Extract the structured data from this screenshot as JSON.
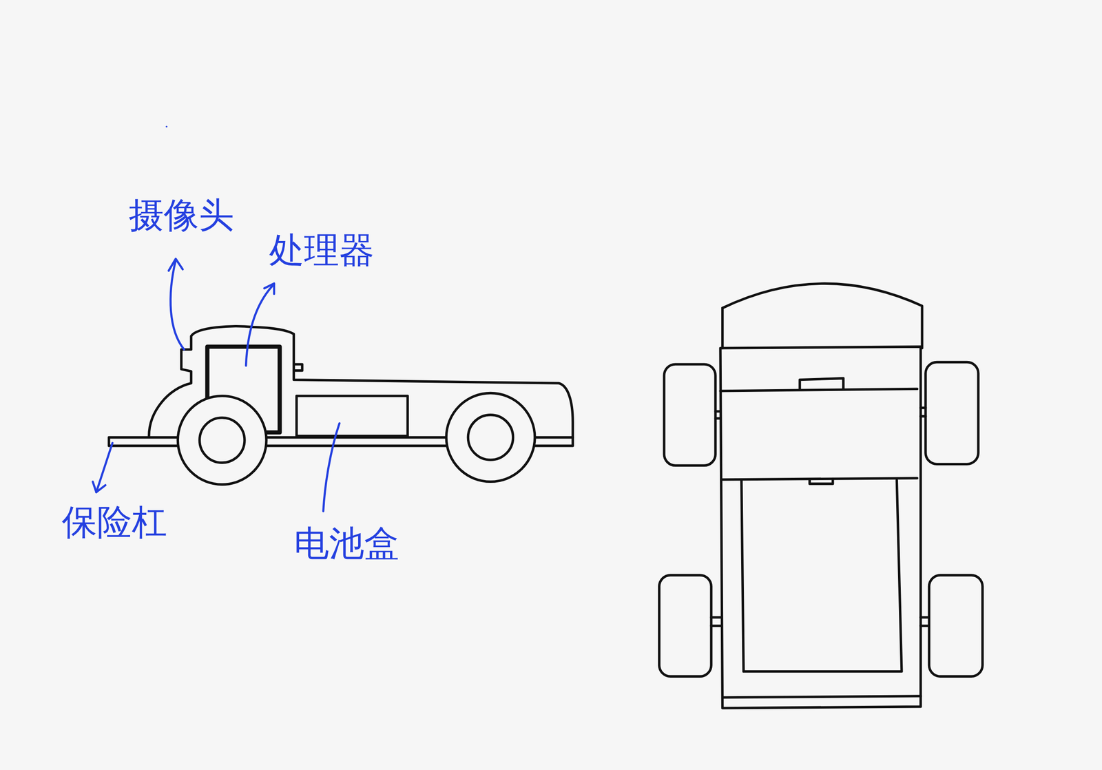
{
  "diagram": {
    "labels": [
      "摄像头",
      "处理器",
      "保险杠",
      "电池盒"
    ]
  }
}
